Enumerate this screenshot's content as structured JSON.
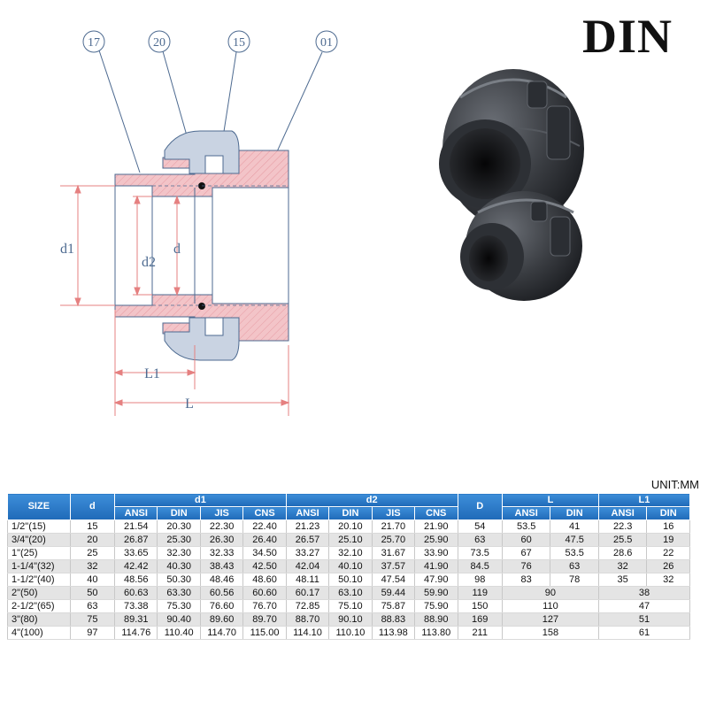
{
  "brand": "DIN",
  "unit": "UNIT:MM",
  "callouts": [
    "17",
    "20",
    "15",
    "01"
  ],
  "dimensions": {
    "d1": "d1",
    "d2": "d2",
    "d": "d",
    "L1": "L1",
    "L": "L"
  },
  "colors": {
    "header_blue": "#2f7fd0",
    "part_pink": "#f3c4c8",
    "line_blue": "#4d6a90",
    "dim_red": "#e58080",
    "fitting_dark": "#3a3d42"
  },
  "table": {
    "groups": {
      "size": "SIZE",
      "d": "d",
      "d1": "d1",
      "d2": "d2",
      "D": "D",
      "L": "L",
      "L1": "L1"
    },
    "sub": {
      "d1": [
        "ANSI",
        "DIN",
        "JIS",
        "CNS"
      ],
      "d2": [
        "ANSI",
        "DIN",
        "JIS",
        "CNS"
      ],
      "L": [
        "ANSI",
        "DIN"
      ],
      "L1": [
        "ANSI",
        "DIN"
      ]
    },
    "rows": [
      [
        "1/2\"(15)",
        "15",
        "21.54",
        "20.30",
        "22.30",
        "22.40",
        "21.23",
        "20.10",
        "21.70",
        "21.90",
        "54",
        "53.5",
        "41",
        "22.3",
        "16"
      ],
      [
        "3/4\"(20)",
        "20",
        "26.87",
        "25.30",
        "26.30",
        "26.40",
        "26.57",
        "25.10",
        "25.70",
        "25.90",
        "63",
        "60",
        "47.5",
        "25.5",
        "19"
      ],
      [
        "1\"(25)",
        "25",
        "33.65",
        "32.30",
        "32.33",
        "34.50",
        "33.27",
        "32.10",
        "31.67",
        "33.90",
        "73.5",
        "67",
        "53.5",
        "28.6",
        "22"
      ],
      [
        "1-1/4\"(32)",
        "32",
        "42.42",
        "40.30",
        "38.43",
        "42.50",
        "42.04",
        "40.10",
        "37.57",
        "41.90",
        "84.5",
        "76",
        "63",
        "32",
        "26"
      ],
      [
        "1-1/2\"(40)",
        "40",
        "48.56",
        "50.30",
        "48.46",
        "48.60",
        "48.11",
        "50.10",
        "47.54",
        "47.90",
        "98",
        "83",
        "78",
        "35",
        "32"
      ],
      [
        "2\"(50)",
        "50",
        "60.63",
        "63.30",
        "60.56",
        "60.60",
        "60.17",
        "63.10",
        "59.44",
        "59.90",
        "119",
        "90",
        "38"
      ],
      [
        "2-1/2\"(65)",
        "63",
        "73.38",
        "75.30",
        "76.60",
        "76.70",
        "72.85",
        "75.10",
        "75.87",
        "75.90",
        "150",
        "110",
        "47"
      ],
      [
        "3\"(80)",
        "75",
        "89.31",
        "90.40",
        "89.60",
        "89.70",
        "88.70",
        "90.10",
        "88.83",
        "88.90",
        "169",
        "127",
        "51"
      ],
      [
        "4\"(100)",
        "97",
        "114.76",
        "110.40",
        "114.70",
        "115.00",
        "114.10",
        "110.10",
        "113.98",
        "113.80",
        "211",
        "158",
        "61"
      ]
    ]
  }
}
